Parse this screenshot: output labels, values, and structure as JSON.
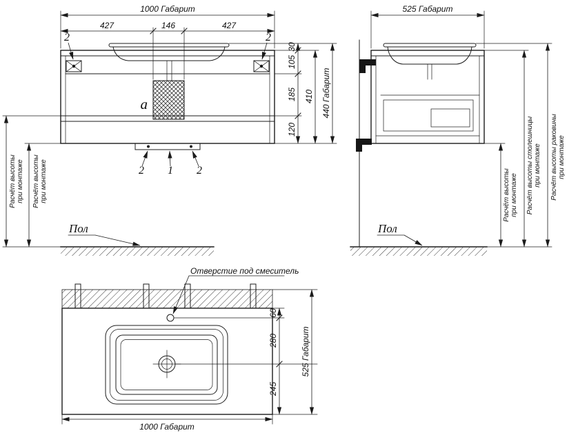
{
  "front_view": {
    "dims": {
      "width_total": "1000 Габарит",
      "w_left": "427",
      "w_center": "146",
      "w_right": "427",
      "h30": "30",
      "h105": "105",
      "h185": "185",
      "h120": "120",
      "h410": "410",
      "height_total": "440 Габарит"
    },
    "labels": {
      "pos2_top_left": "2",
      "pos2_top_right": "2",
      "pos2_bottom_left": "2",
      "pos1_bottom": "1",
      "pos2_bottom_right": "2",
      "detail_a": "a",
      "floor": "Пол"
    },
    "notes": {
      "mount1": [
        "Расчёт высоты",
        "при монтаже"
      ],
      "mount2": [
        "Расчёт высоты",
        "при монтаже"
      ]
    }
  },
  "side_view": {
    "dims": {
      "depth_total": "525 Габарит"
    },
    "labels": {
      "floor": "Пол"
    },
    "notes": {
      "mount": [
        "Расчёт высоты",
        "при монтаже"
      ],
      "countertop": [
        "Расчёт высоты столешницы",
        "при монтаже"
      ],
      "sink": [
        "Расчёт высоты раковины",
        "при монтаже"
      ]
    }
  },
  "top_view": {
    "dims": {
      "d60": "60",
      "d280": "280",
      "d245": "245",
      "depth_total": "525 Габарит",
      "width_total": "1000 Габарит"
    },
    "notes": {
      "faucet": "Отверстие под смеситель"
    }
  },
  "colors": {
    "line": "#1b1b1b",
    "background": "#ffffff"
  }
}
